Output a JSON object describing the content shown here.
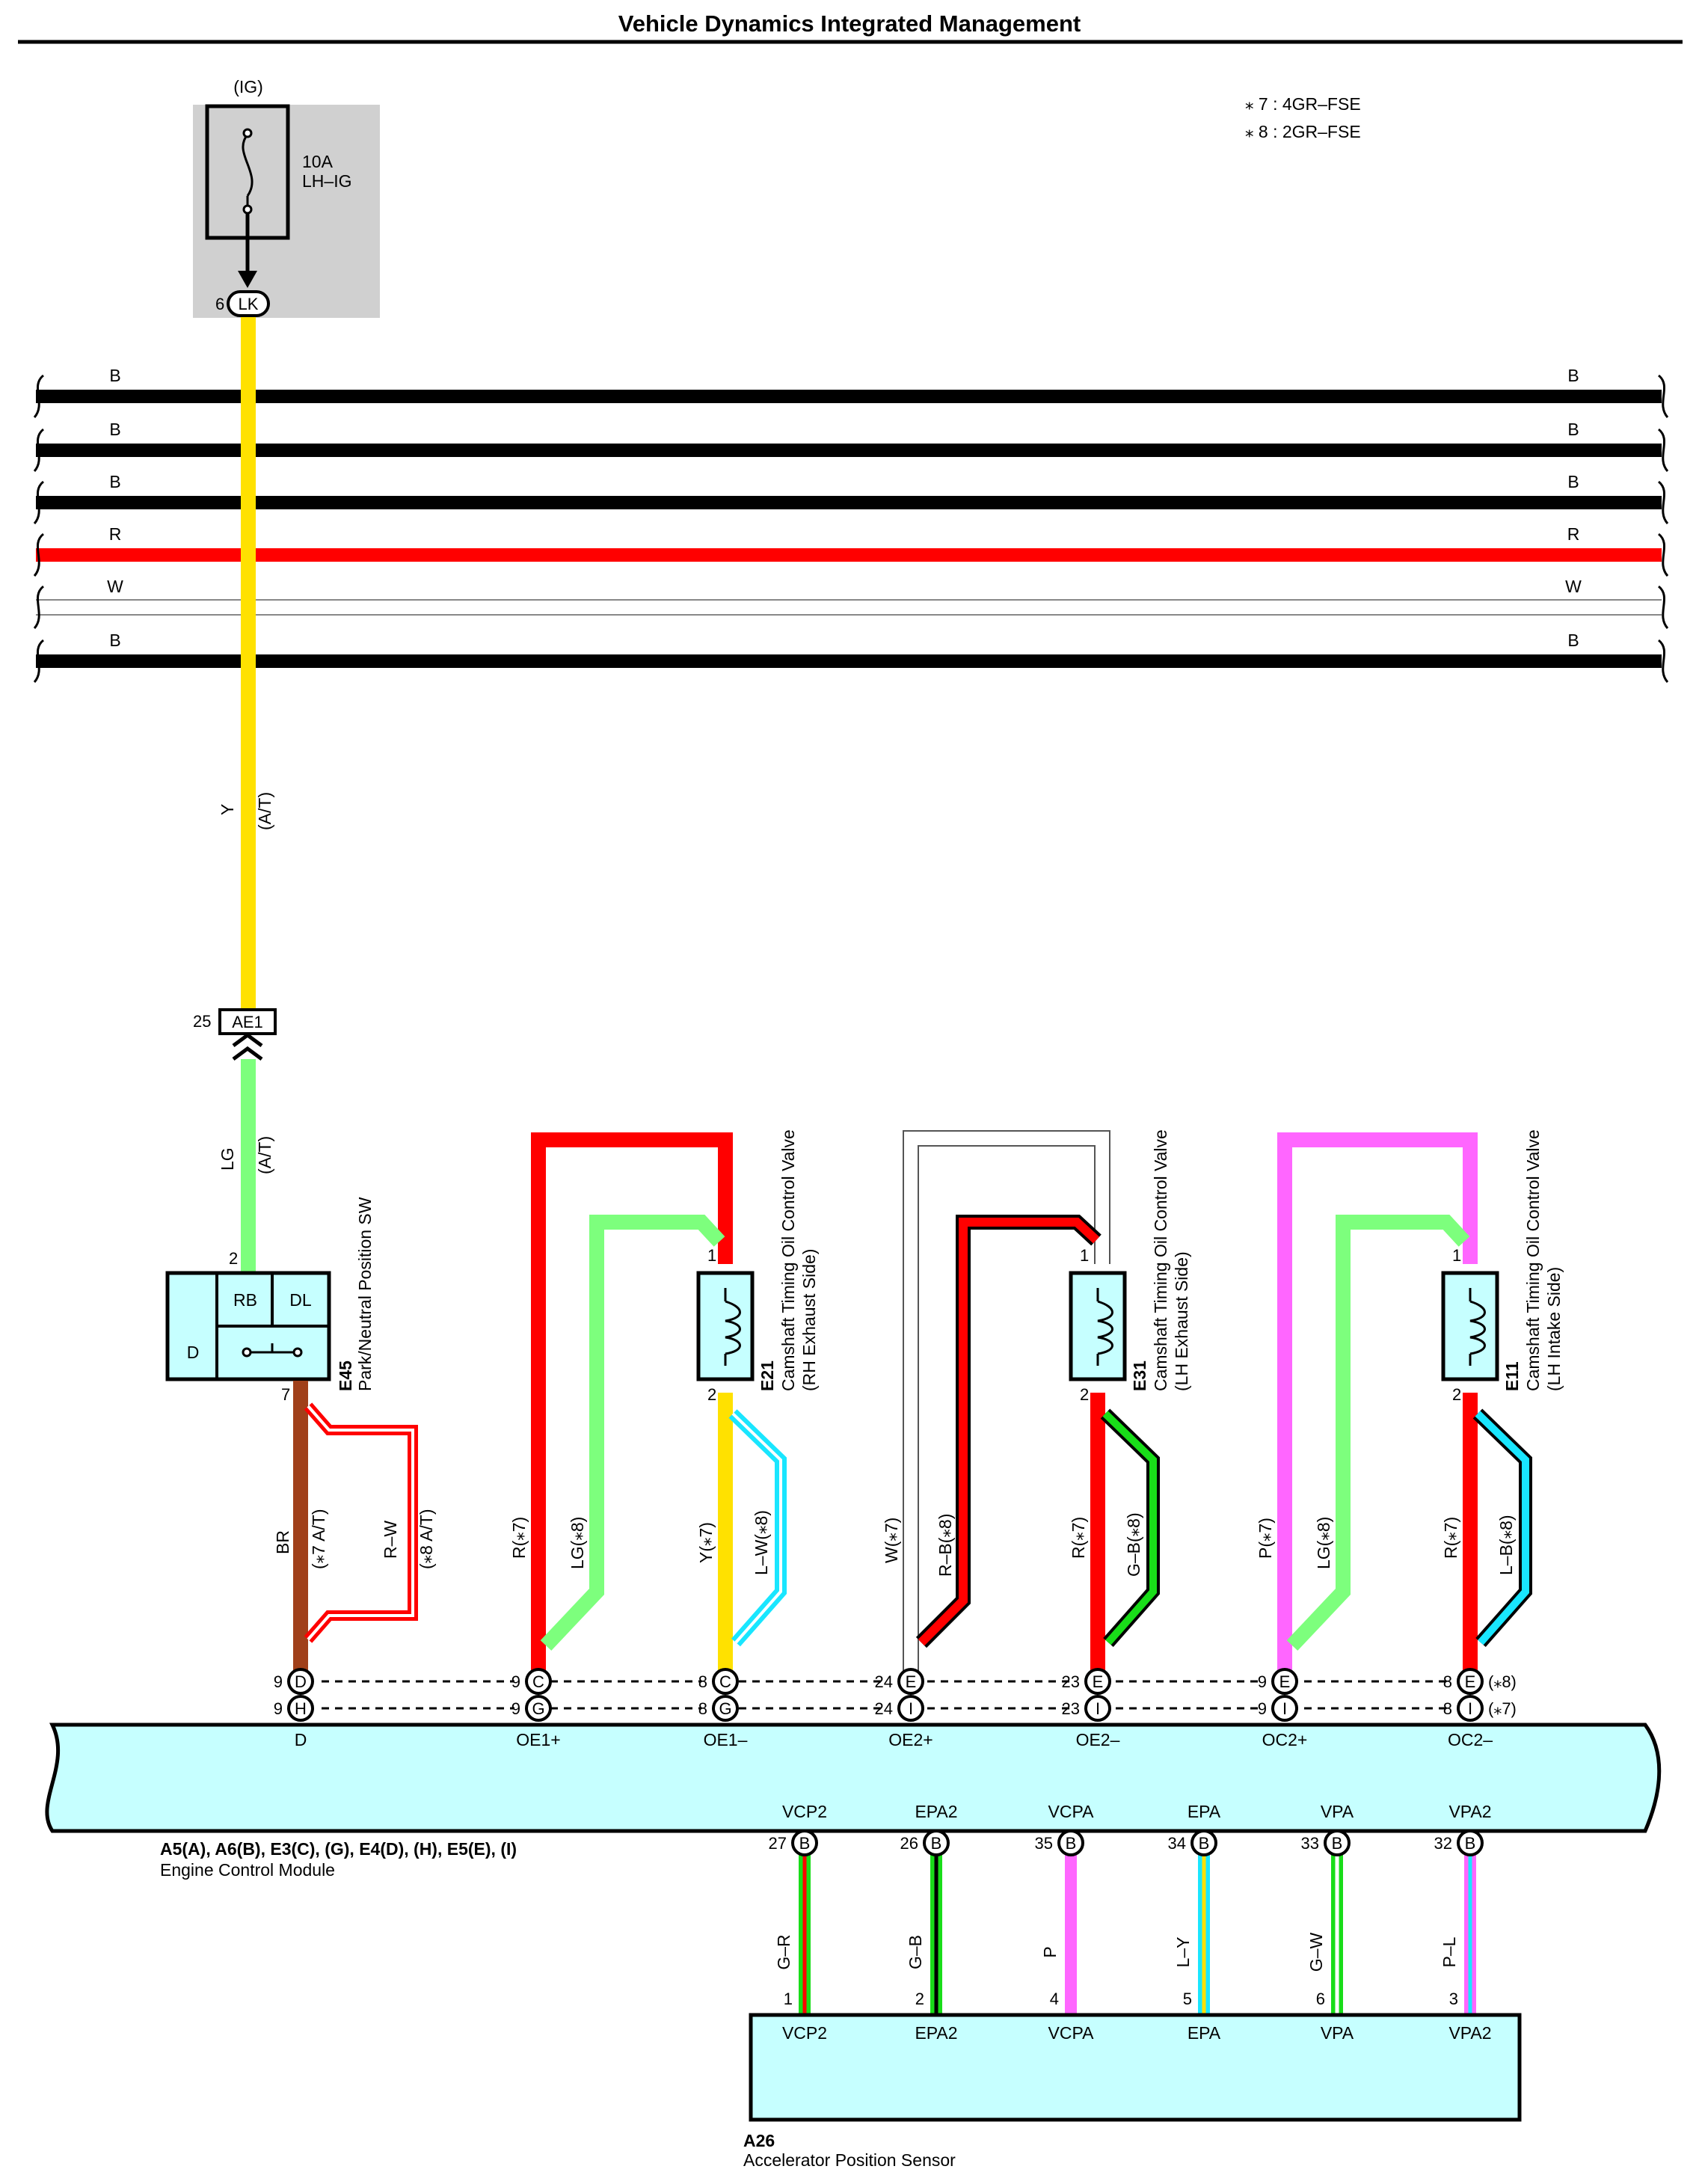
{
  "title": "Vehicle Dynamics Integrated Management",
  "notes": [
    "⁎ 7 : 4GR–FSE",
    "⁎ 8 : 2GR–FSE"
  ],
  "colors": {
    "B": "#000000",
    "R": "#ff0000",
    "W": "#ffffff",
    "Y": "#ffe100",
    "LG": "#7dff7d",
    "BR": "#a0401a",
    "L": "#19e6ff",
    "P": "#ff66ff",
    "G": "#19dd19",
    "module": "#c6ffff",
    "fuse_box": "#d0d0d0"
  },
  "fuse": {
    "group": "(IG)",
    "rating": "10A",
    "name": "LH–IG",
    "pin": "6",
    "connector": "LK"
  },
  "buses": [
    {
      "label_left": "B",
      "label_right": "B",
      "color": "B"
    },
    {
      "label_left": "B",
      "label_right": "B",
      "color": "B"
    },
    {
      "label_left": "B",
      "label_right": "B",
      "color": "B"
    },
    {
      "label_left": "R",
      "label_right": "R",
      "color": "R"
    },
    {
      "label_left": "W",
      "label_right": "W",
      "color": "W"
    },
    {
      "label_left": "B",
      "label_right": "B",
      "color": "B"
    }
  ],
  "wires": {
    "fuse_to_ae1": {
      "color": "Y",
      "label": "Y",
      "note": "(A/T)"
    },
    "ae1_to_sw": {
      "color": "LG",
      "label": "LG",
      "note": "(A/T)"
    },
    "ae1_connector": {
      "pin": "25",
      "name": "AE1"
    }
  },
  "components": {
    "e45": {
      "code": "E45",
      "name": "Park/Neutral Position SW",
      "cells": [
        "RB",
        "DL",
        "D"
      ],
      "pin_top": "2",
      "pin_bottom": "7",
      "wires": [
        {
          "label": "BR",
          "note": "(⁎7 A/T)",
          "color": "BR"
        },
        {
          "label": "R–W",
          "note": "(⁎8 A/T)",
          "color": "R"
        }
      ]
    },
    "e21": {
      "code": "E21",
      "name": "Camshaft Timing Oil Control Valve",
      "side": "(RH Exhaust Side)",
      "pin_top": "1",
      "pin_bottom": "2"
    },
    "e31": {
      "code": "E31",
      "name": "Camshaft Timing Oil Control Valve",
      "side": "(LH Exhaust Side)",
      "pin_top": "1",
      "pin_bottom": "2"
    },
    "e11": {
      "code": "E11",
      "name": "Camshaft Timing Oil Control Valve",
      "side": "(LH Intake Side)",
      "pin_top": "1",
      "pin_bottom": "2"
    }
  },
  "valve_wires": [
    {
      "label": "R(⁎7)",
      "color": "R"
    },
    {
      "label": "LG(⁎8)",
      "color": "LG"
    },
    {
      "label": "Y(⁎7)",
      "color": "Y"
    },
    {
      "label": "L–W(⁎8)",
      "color": "L"
    },
    {
      "label": "W(⁎7)",
      "color": "W"
    },
    {
      "label": "R–B(⁎8)",
      "color": "R"
    },
    {
      "label": "R(⁎7)",
      "color": "R"
    },
    {
      "label": "G–B(⁎8)",
      "color": "G"
    },
    {
      "label": "P(⁎7)",
      "color": "P"
    },
    {
      "label": "LG(⁎8)",
      "color": "LG"
    },
    {
      "label": "R(⁎7)",
      "color": "R"
    },
    {
      "label": "L–B(⁎8)",
      "color": "L"
    }
  ],
  "ecm": {
    "name": "Engine Control Module",
    "connectors": "A5(A), A6(B), E3(C), (G), E4(D), (H), E5(E), (I)",
    "row_notes": [
      "(⁎8)",
      "(⁎7)"
    ],
    "terminals": [
      {
        "name": "D",
        "pin1": "9",
        "conn1": "D",
        "pin2": "9",
        "conn2": "H"
      },
      {
        "name": "OE1+",
        "pin1": "9",
        "conn1": "C",
        "pin2": "9",
        "conn2": "G"
      },
      {
        "name": "OE1–",
        "pin1": "8",
        "conn1": "C",
        "pin2": "8",
        "conn2": "G"
      },
      {
        "name": "OE2+",
        "pin1": "24",
        "conn1": "E",
        "pin2": "24",
        "conn2": "I"
      },
      {
        "name": "OE2–",
        "pin1": "23",
        "conn1": "E",
        "pin2": "23",
        "conn2": "I"
      },
      {
        "name": "OC2+",
        "pin1": "9",
        "conn1": "E",
        "pin2": "9",
        "conn2": "I"
      },
      {
        "name": "OC2–",
        "pin1": "8",
        "conn1": "E",
        "pin2": "8",
        "conn2": "I"
      }
    ],
    "bottom_terminals": [
      {
        "name": "VCP2",
        "pin": "27",
        "conn": "B"
      },
      {
        "name": "EPA2",
        "pin": "26",
        "conn": "B"
      },
      {
        "name": "VCPA",
        "pin": "35",
        "conn": "B"
      },
      {
        "name": "EPA",
        "pin": "34",
        "conn": "B"
      },
      {
        "name": "VPA",
        "pin": "33",
        "conn": "B"
      },
      {
        "name": "VPA2",
        "pin": "32",
        "conn": "B"
      }
    ]
  },
  "sensor_wires": [
    {
      "label": "G–R",
      "pin": "1",
      "color": "G",
      "stripe": "R"
    },
    {
      "label": "G–B",
      "pin": "2",
      "color": "G",
      "stripe": "B"
    },
    {
      "label": "P",
      "pin": "4",
      "color": "P",
      "stripe": ""
    },
    {
      "label": "L–Y",
      "pin": "5",
      "color": "L",
      "stripe": "Y"
    },
    {
      "label": "G–W",
      "pin": "6",
      "color": "G",
      "stripe": "W"
    },
    {
      "label": "P–L",
      "pin": "3",
      "color": "P",
      "stripe": "L"
    }
  ],
  "a26": {
    "code": "A26",
    "name": "Accelerator Position Sensor",
    "terminals": [
      "VCP2",
      "EPA2",
      "VCPA",
      "EPA",
      "VPA",
      "VPA2"
    ]
  }
}
